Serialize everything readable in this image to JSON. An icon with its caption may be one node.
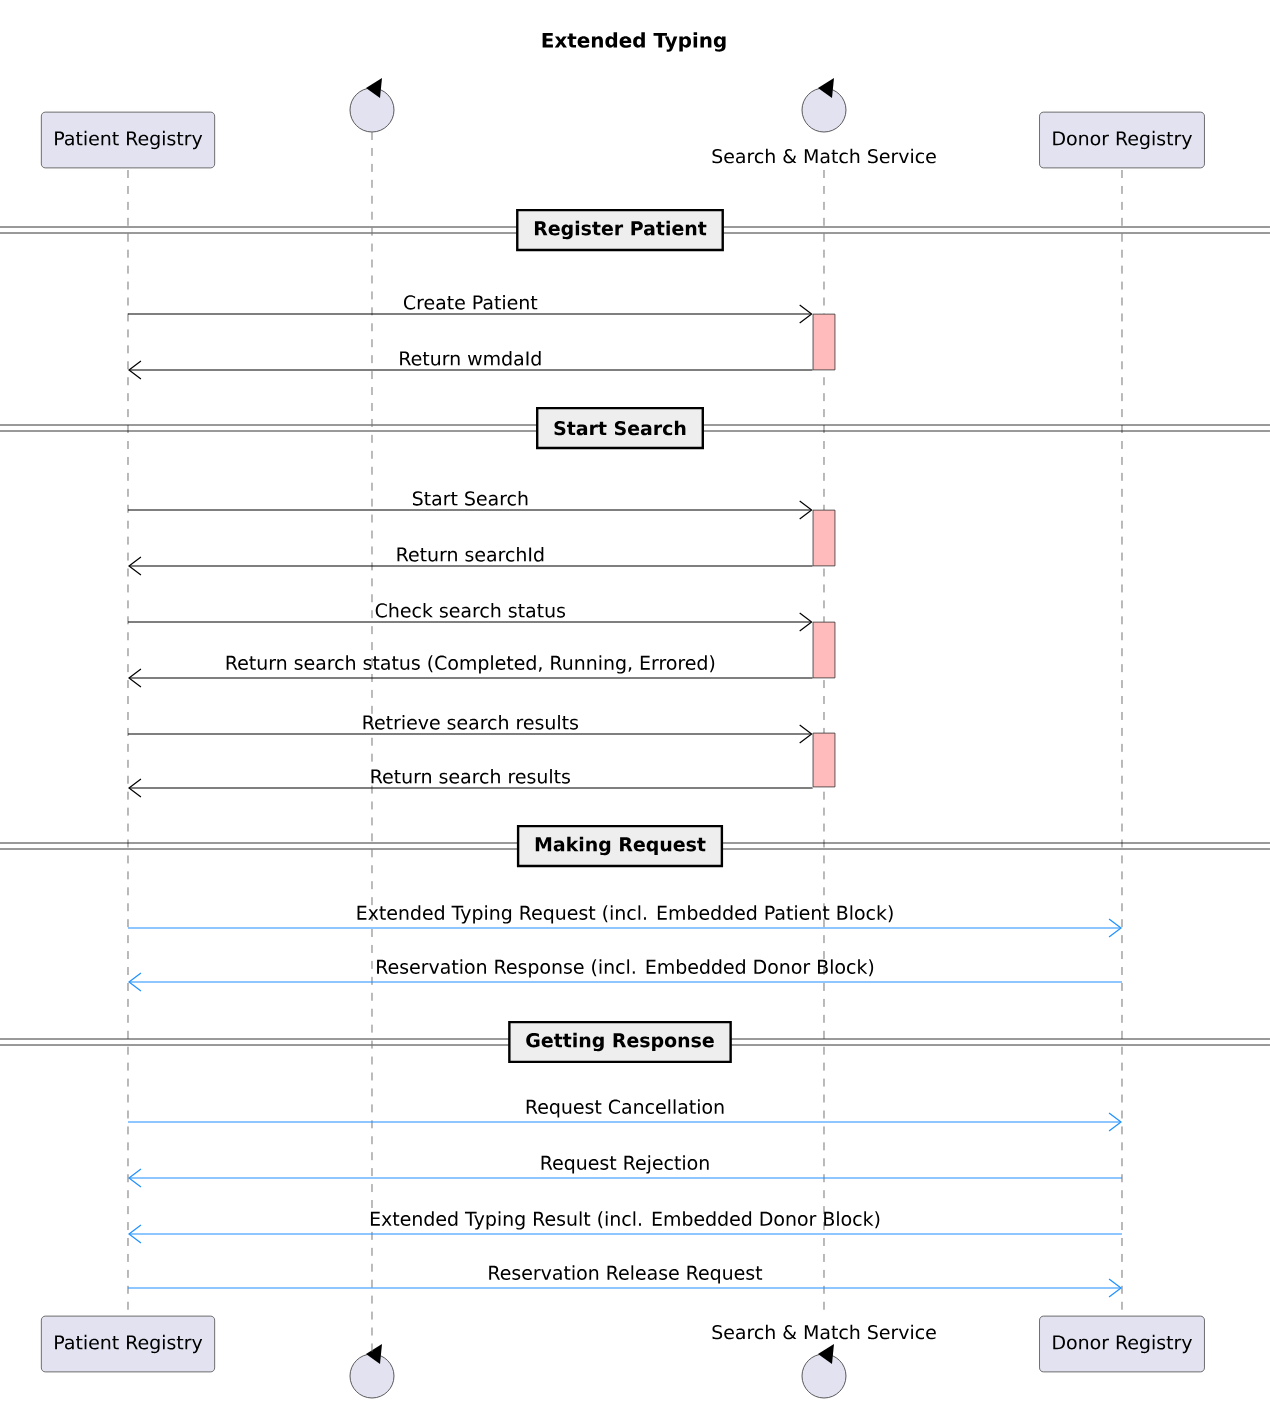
{
  "diagram": {
    "title": "Extended Typing",
    "nodes": [
      {
        "text": [
          "Patient Registry"
        ]
      },
      {
        "text": [],
        "shape": "circle"
      },
      {
        "text": [
          "Search & Match Service"
        ]
      },
      {
        "text": [
          "Donor Registry"
        ]
      },
      {
        "text": [
          "Register Patient"
        ]
      },
      {
        "text": [],
        "shape": "bar",
        "in": 2
      },
      {
        "text": [
          "Start Search"
        ]
      },
      {
        "text": [],
        "shape": "bar",
        "in": 2
      },
      {
        "text": [],
        "shape": "bar",
        "in": 2
      },
      {
        "text": [],
        "shape": "bar",
        "in": 2
      },
      {
        "text": [
          "Making Request"
        ]
      },
      {
        "text": [
          "Getting Response"
        ]
      },
      {
        "text": [
          "Patient Registry"
        ]
      },
      {
        "text": [],
        "shape": "circle"
      },
      {
        "text": [
          "Search & Match Service"
        ]
      },
      {
        "text": [
          "Donor Registry"
        ]
      }
    ],
    "edges": [
      {
        "from": 0,
        "to": 5,
        "arrow": "to",
        "label": "Create Patient"
      },
      {
        "from": 5,
        "to": 0,
        "arrow": "to",
        "label": "Return wmdaId"
      },
      {
        "from": 0,
        "to": 7,
        "arrow": "to",
        "label": "Start Search"
      },
      {
        "from": 7,
        "to": 0,
        "arrow": "to",
        "label": "Return searchId"
      },
      {
        "from": 0,
        "to": 8,
        "arrow": "to",
        "label": "Check search status"
      },
      {
        "from": 8,
        "to": 0,
        "arrow": "to",
        "label": "Return search status (Completed, Running, Errored)"
      },
      {
        "from": 0,
        "to": 9,
        "arrow": "to",
        "label": "Retrieve search results"
      },
      {
        "from": 9,
        "to": 0,
        "arrow": "to",
        "label": "Return search results"
      },
      {
        "from": 0,
        "to": 3,
        "arrow": "to",
        "label": "Extended Typing Request (incl. Embedded Patient Block)",
        "color": "#1e90ff"
      },
      {
        "from": 3,
        "to": 0,
        "arrow": "to",
        "label": "Reservation Response (incl. Embedded Donor Block)",
        "color": "#1e90ff"
      },
      {
        "from": 0,
        "to": 3,
        "arrow": "to",
        "label": "Request Cancellation",
        "color": "#1e90ff"
      },
      {
        "from": 3,
        "to": 0,
        "arrow": "to",
        "label": "Request Rejection",
        "color": "#1e90ff"
      },
      {
        "from": 3,
        "to": 0,
        "arrow": "to",
        "label": "Extended Typing Result (incl. Embedded Donor Block)",
        "color": "#1e90ff"
      },
      {
        "from": 0,
        "to": 3,
        "arrow": "to",
        "label": "Reservation Release Request",
        "color": "#1e90ff"
      },
      {
        "from": 1,
        "to": 13,
        "arrow": "none",
        "style": "dashed",
        "color": "#777777"
      }
    ]
  }
}
